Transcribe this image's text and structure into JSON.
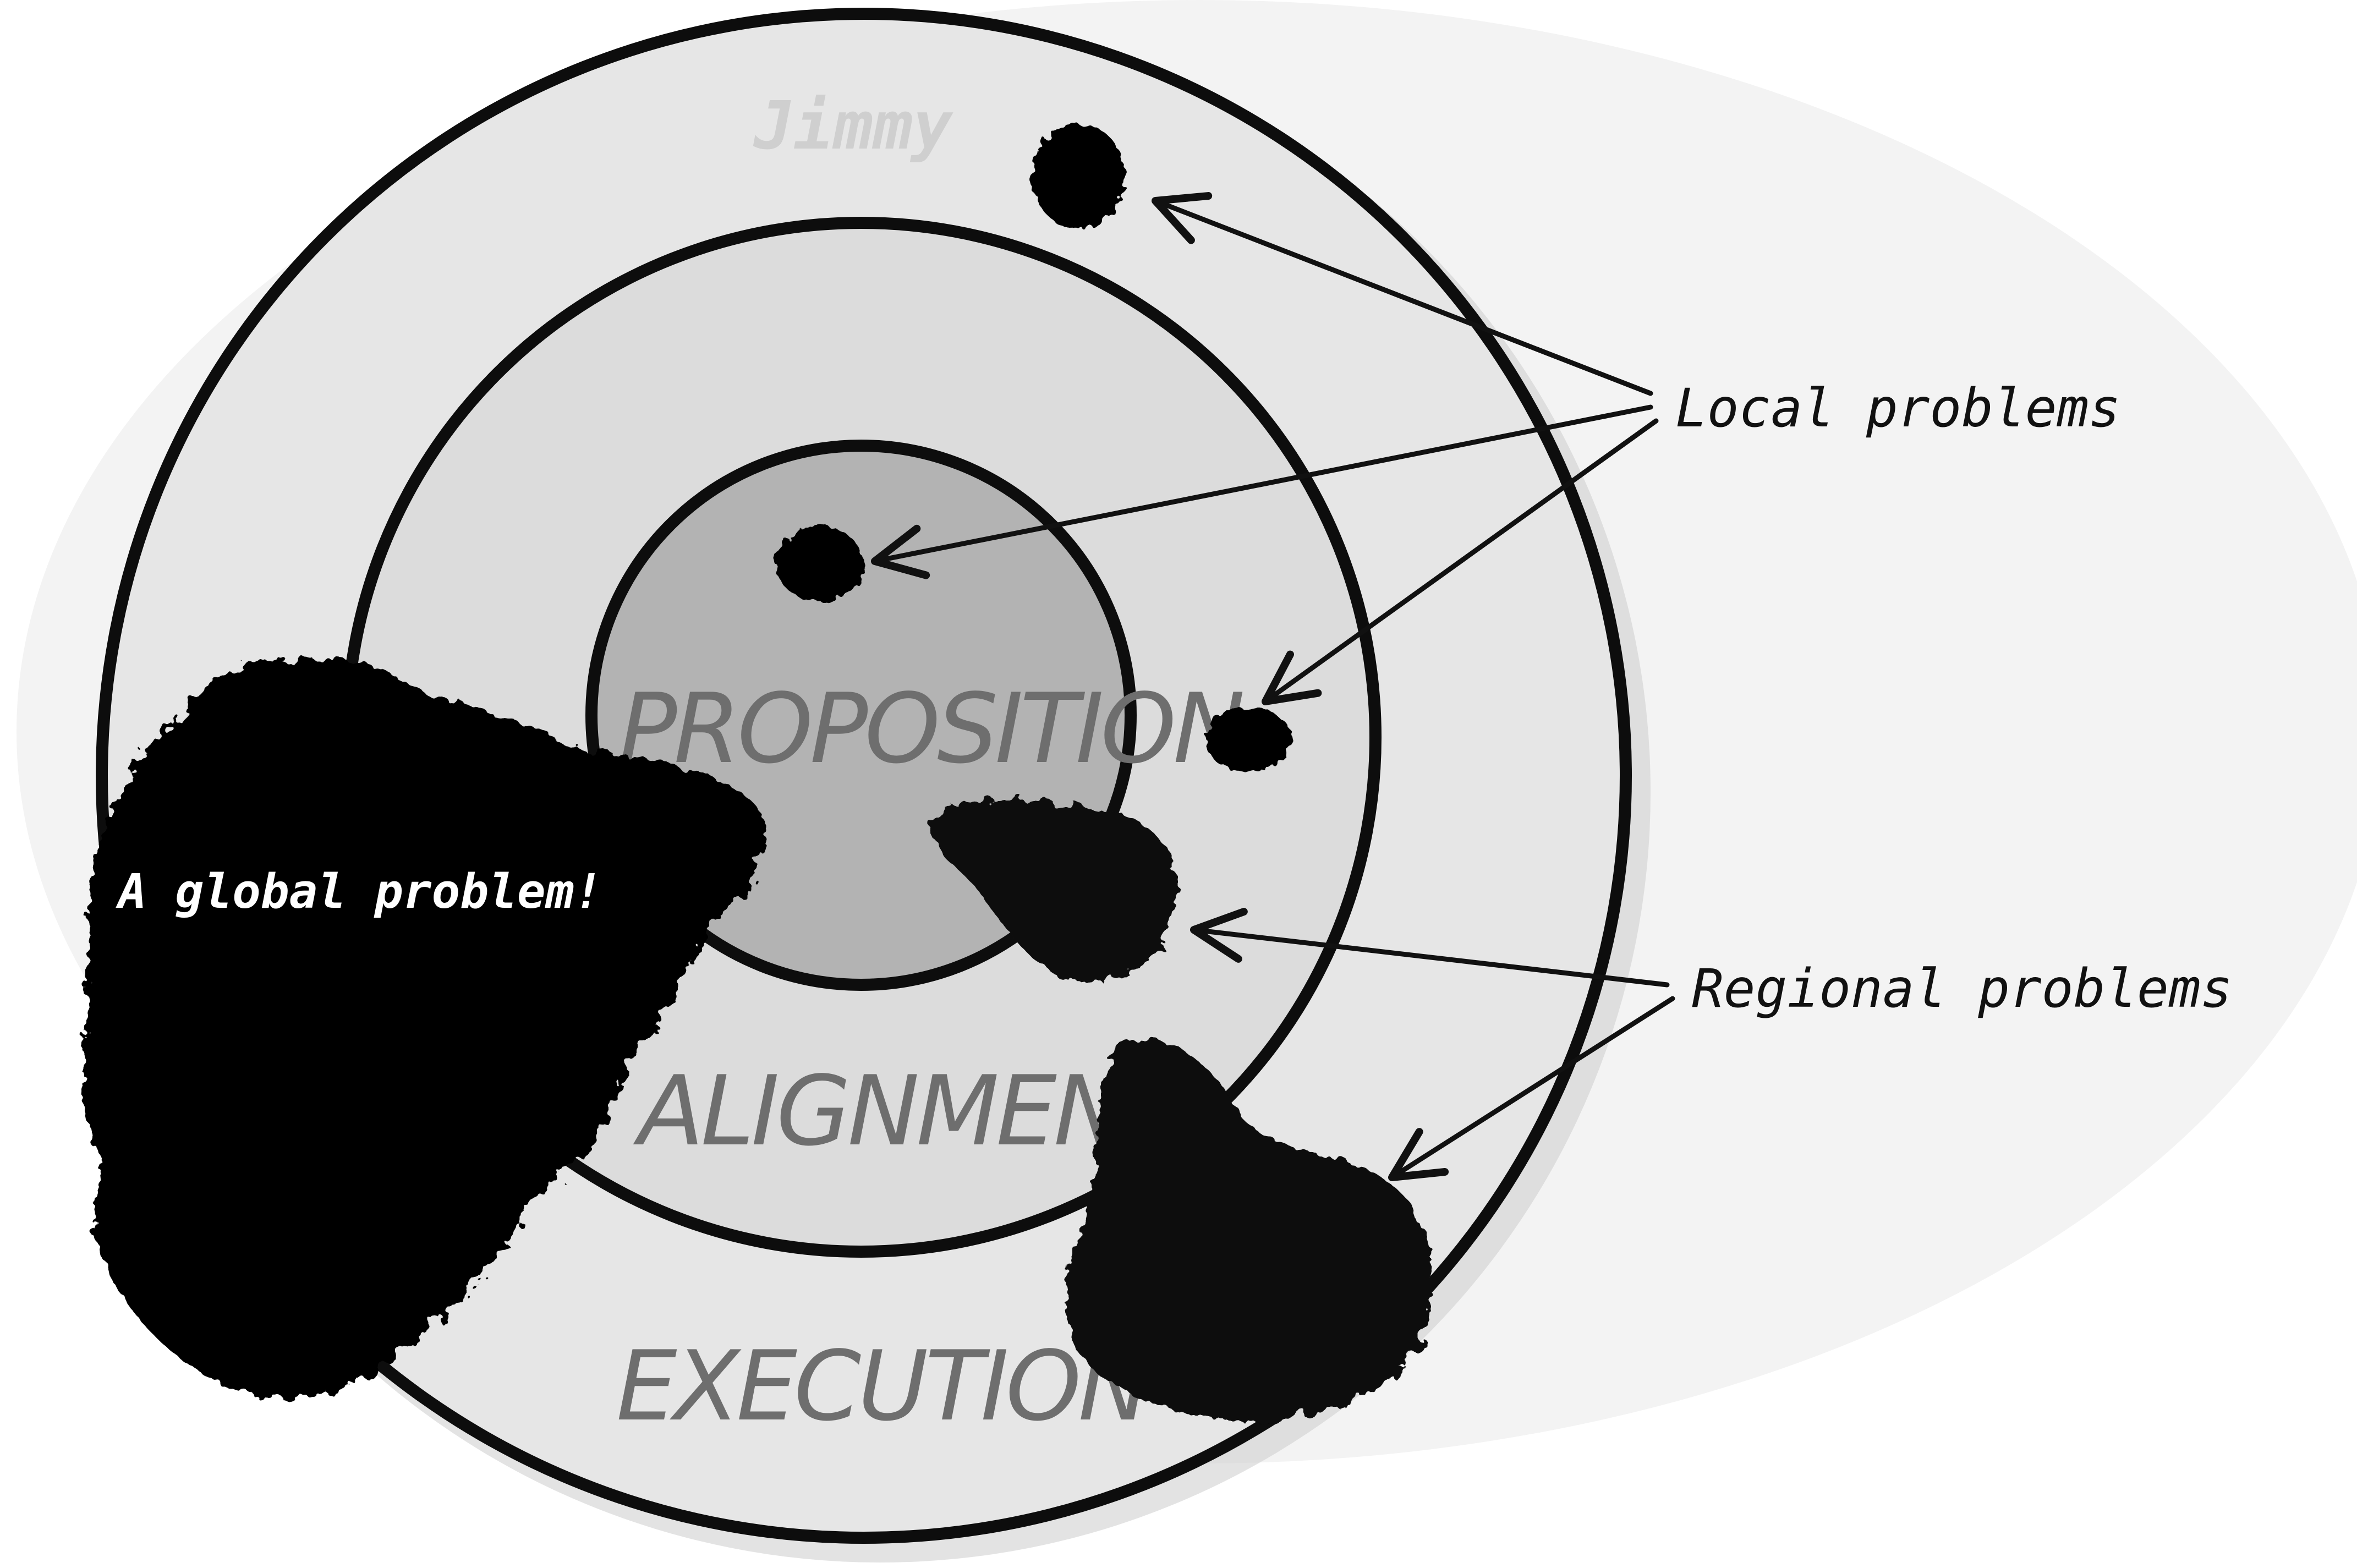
{
  "signature": "Jimmy",
  "rings": {
    "inner": "PROPOSITION",
    "middle": "ALIGNMENT",
    "outer": "EXECUTION"
  },
  "annotations": {
    "local": "Local problems",
    "regional": "Regional problems",
    "global": "A global problem!"
  },
  "colors": {
    "background_blob": "#f3f3f3",
    "outer_ring_fill": "#e6e6e6",
    "middle_ring_fill": "#dcdcdc",
    "inner_fill": "#b3b3b3",
    "outline": "#0d0d0d",
    "label_gray": "#6e6e6e",
    "ink": "#060606"
  }
}
